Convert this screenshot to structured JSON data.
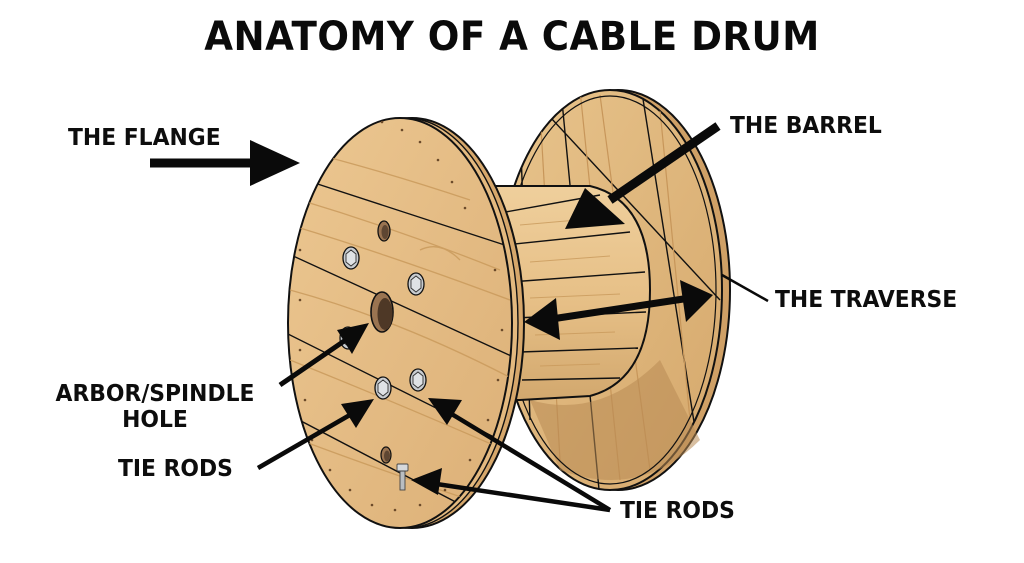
{
  "title": "ANATOMY OF A CABLE DRUM",
  "colors": {
    "background": "#ffffff",
    "wood_light": "#e9c48d",
    "wood_mid": "#dcae72",
    "wood_dark": "#b8894f",
    "wood_shadow": "#a9804c",
    "grain": "#c99a5c",
    "outline": "#111111",
    "hole_inner": "#5e4632",
    "hole_rim": "#9a7451",
    "bolt": "#c8ccd0",
    "arrow": "#0a0a0a"
  },
  "labels": {
    "flange": "THE FLANGE",
    "barrel": "THE BARREL",
    "traverse": "THE TRAVERSE",
    "arbor_line1": "ARBOR/SPINDLE",
    "arbor_line2": "HOLE",
    "tie_rods_left": "TIE RODS",
    "tie_rods_right": "TIE RODS"
  },
  "parts": [
    {
      "id": "flange",
      "name": "The Flange",
      "points_to": "front disc of the drum"
    },
    {
      "id": "barrel",
      "name": "The Barrel",
      "points_to": "central cylinder"
    },
    {
      "id": "traverse",
      "name": "The Traverse",
      "points_to": "width between flanges (double-headed arrow)"
    },
    {
      "id": "arbor",
      "name": "Arbor/Spindle Hole",
      "points_to": "central hole in front flange"
    },
    {
      "id": "tie_rods_left",
      "name": "Tie Rods",
      "points_to": "lower-left bolt"
    },
    {
      "id": "tie_rods_right",
      "name": "Tie Rods",
      "points_to": "right bolt and bottom rod end"
    }
  ]
}
